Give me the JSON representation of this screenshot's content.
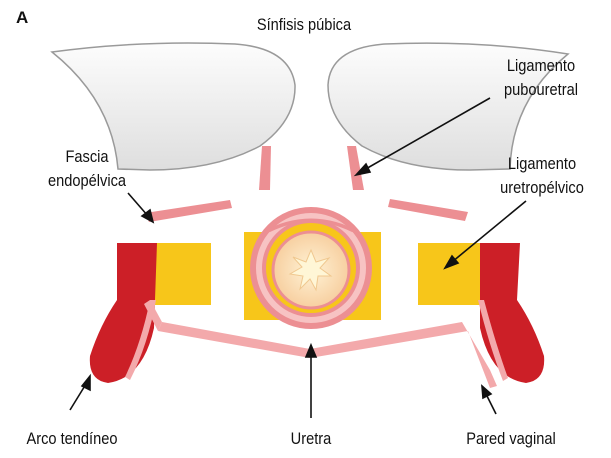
{
  "panel_letter": "A",
  "labels": {
    "symphysis": "Sínfisis púbica",
    "pubourethral_1": "Ligamento",
    "pubourethral_2": "pubouretral",
    "fascia_1": "Fascia",
    "fascia_2": "endopélvica",
    "urethropelvic_1": "Ligamento",
    "urethropelvic_2": "uretropélvico",
    "arcus": "Arco tendíneo",
    "urethra": "Uretra",
    "vaginal_wall": "Pared vaginal"
  },
  "colors": {
    "bone_fill": "#e6e6e6",
    "bone_stroke": "#9a9a9a",
    "ligament_pink": "#ec8f93",
    "light_pink": "#f7c3c3",
    "yellow": "#f7c61a",
    "red": "#cc1f27",
    "urethra_core": "#fbe0a4",
    "arrow": "#111111"
  }
}
